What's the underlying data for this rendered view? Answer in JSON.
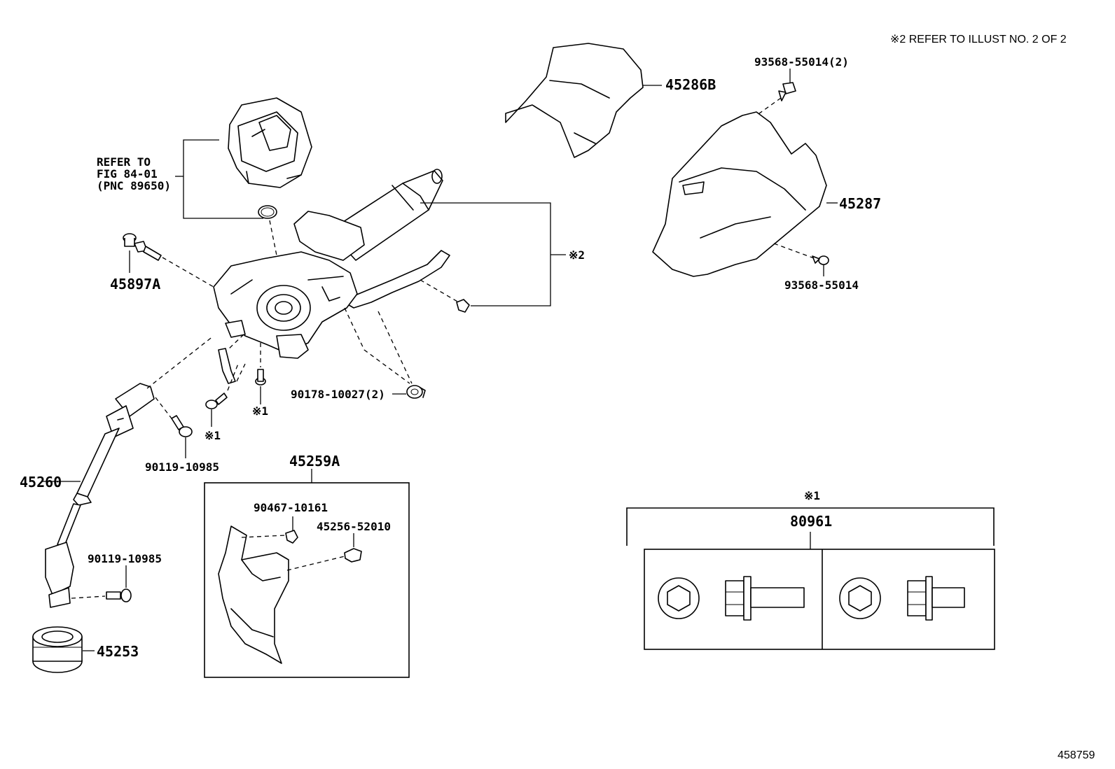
{
  "header_note": "※2  REFER TO ILLUST NO. 2 OF 2",
  "footer_id": "458759",
  "refer": {
    "line1": "REFER TO",
    "line2": "FIG 84-01",
    "line3": "(PNC 89650)"
  },
  "labels": {
    "p45286B": "45286B",
    "p93568_2": "93568-55014(2)",
    "p45287": "45287",
    "p93568": "93568-55014",
    "note2": "※2",
    "p45897A": "45897A",
    "p90178": "90178-10027(2)",
    "note1a": "※1",
    "note1b": "※1",
    "p90119_a": "90119-10985",
    "p45260": "45260",
    "p45259A": "45259A",
    "p90467": "90467-10161",
    "p45256": "45256-52010",
    "p90119_b": "90119-10985",
    "p45253": "45253",
    "note1c": "※1",
    "p80961": "80961"
  }
}
